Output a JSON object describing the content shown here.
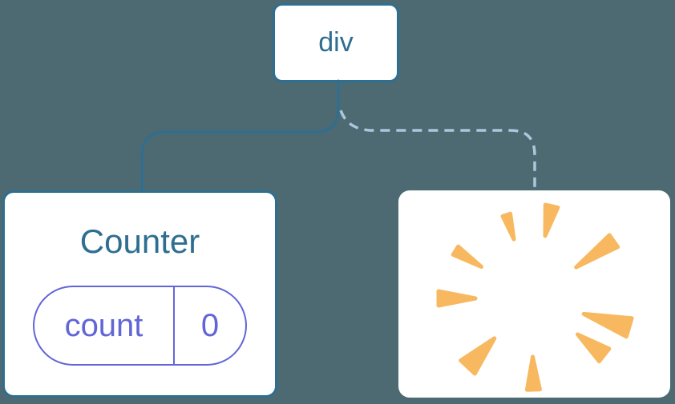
{
  "figure": {
    "root_node": {
      "label": "div"
    },
    "counter_node": {
      "title": "Counter",
      "state": {
        "key": "count",
        "value": "0"
      }
    },
    "removed_node": {
      "icon": "poof-burst-icon"
    },
    "connectors": [
      {
        "from": "div",
        "to": "Counter",
        "style": "solid"
      },
      {
        "from": "div",
        "to": "removed",
        "style": "dashed"
      }
    ]
  },
  "colors": {
    "background": "#4d6a73",
    "box_fill": "#ffffff",
    "blue": "#2e6e91",
    "dashed_blue": "#a9c8dc",
    "purple": "#6265d6",
    "orange": "#f8b860"
  }
}
